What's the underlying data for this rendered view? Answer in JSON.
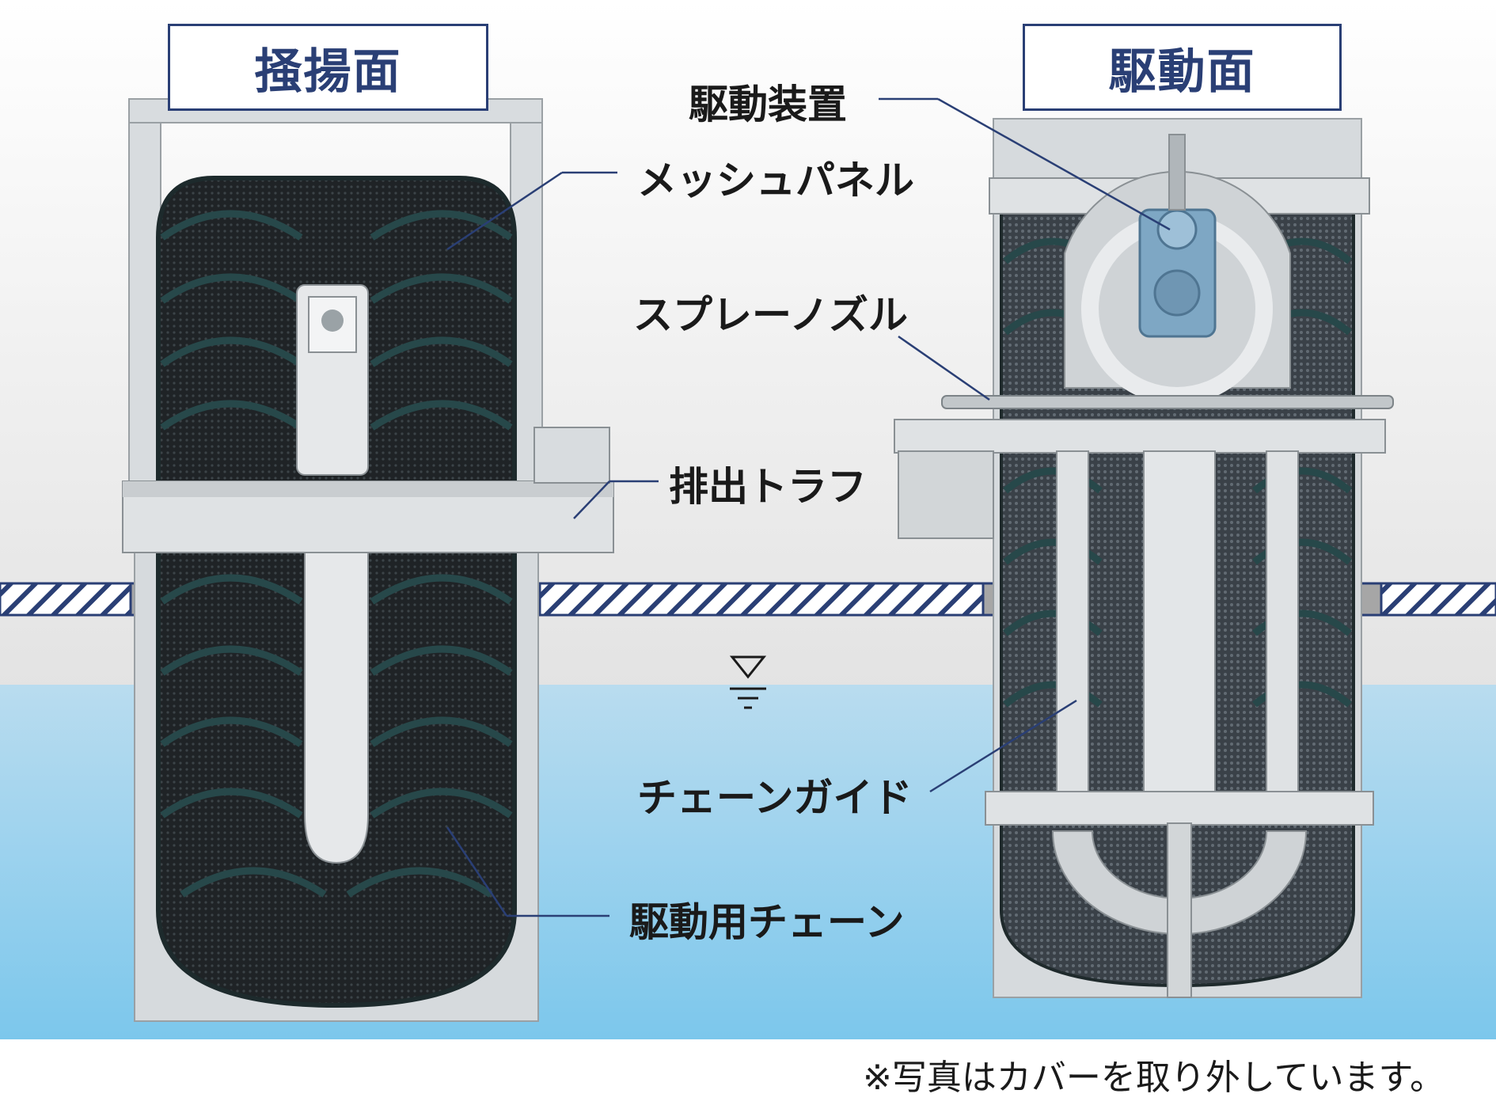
{
  "titles": {
    "raking_side": "掻揚面",
    "drive_side": "駆動面"
  },
  "labels": {
    "drive_unit": "駆動装置",
    "mesh_panel": "メッシュパネル",
    "spray_nozzle": "スプレーノズル",
    "discharge_trough": "排出トラフ",
    "chain_guide": "チェーンガイド",
    "drive_chain": "駆動用チェーン"
  },
  "note": "※写真はカバーを取り外しています。",
  "colors": {
    "title_border": "#2a3f75",
    "leader_line": "#2a3f75",
    "water_top": "#b9dcef",
    "water_bottom": "#7cc7ec",
    "steel_frame": "#d8dcdf",
    "mesh": "#2a2e30",
    "motor": "#7ea7c4"
  }
}
